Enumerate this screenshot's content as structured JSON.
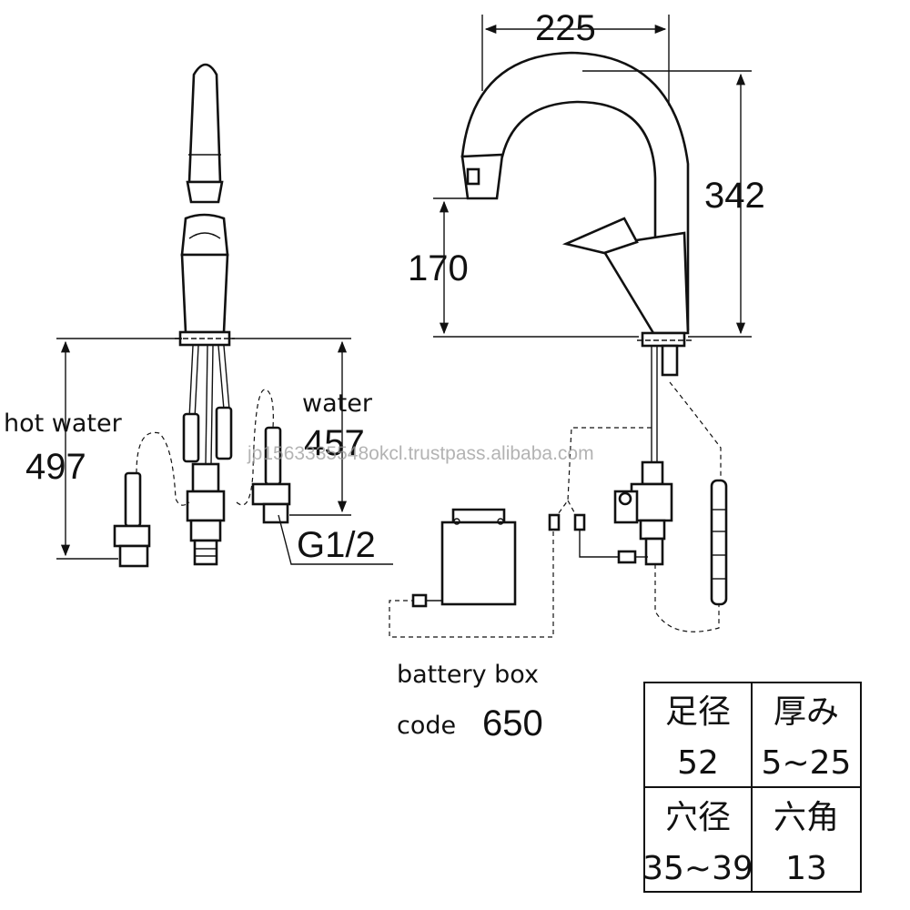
{
  "dimensions": {
    "spout_reach": "225",
    "total_height": "342",
    "spout_height": "170",
    "hot_water_length": "497",
    "water_length": "457",
    "thread": "G1/2"
  },
  "labels": {
    "hot_water": "hot water",
    "water": "water",
    "battery_box": "battery box",
    "code_prefix": "code",
    "code_value": "650"
  },
  "spec_table": [
    {
      "header": "足径",
      "value": "52"
    },
    {
      "header": "厚み",
      "value": "5~25"
    },
    {
      "header": "穴径",
      "value": "35~39"
    },
    {
      "header": "六角",
      "value": "13"
    }
  ],
  "watermark": "jp1563335548okcl.trustpass.alibaba.com"
}
